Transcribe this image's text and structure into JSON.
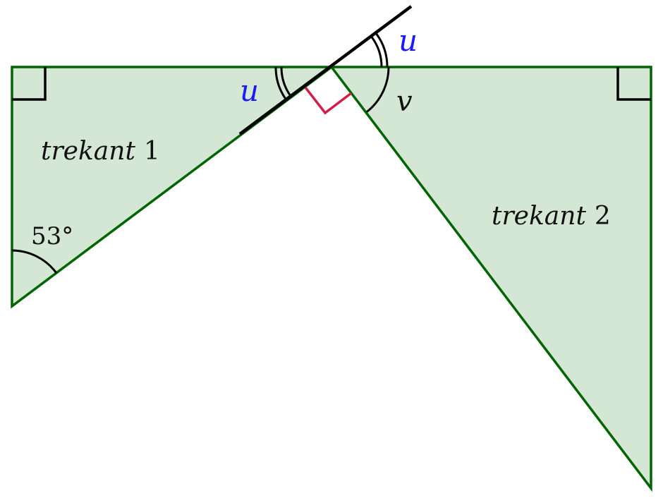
{
  "labels": {
    "triangle1": {
      "word": "trekant",
      "number": "1"
    },
    "triangle2": {
      "word": "trekant",
      "number": "2"
    },
    "angle_u_left": "u",
    "angle_u_right": "u",
    "angle_v": "v",
    "angle_given": "53°"
  },
  "colors": {
    "fill": "#d4e6d4",
    "stroke": "#006400",
    "line": "#000000",
    "perp_mark": "#d0204a",
    "u_label": "#1a1aff",
    "text": "#111111"
  }
}
